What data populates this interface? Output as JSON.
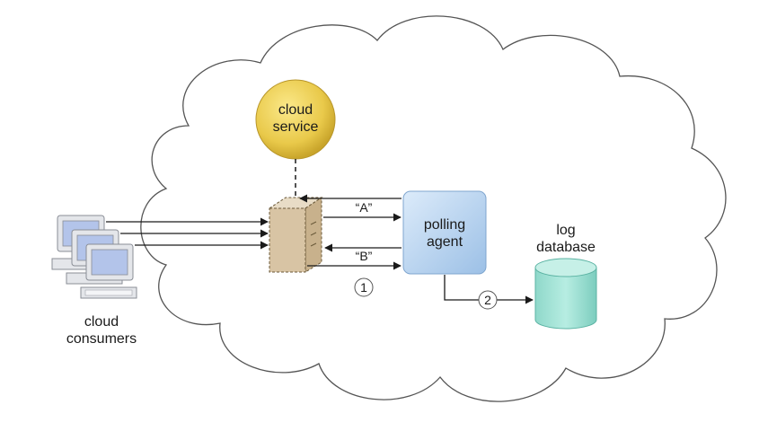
{
  "nodes": {
    "cloud_service": {
      "line1": "cloud",
      "line2": "service"
    },
    "polling_agent": {
      "line1": "polling",
      "line2": "agent"
    },
    "log_database": {
      "line1": "log",
      "line2": "database"
    },
    "cloud_consumers": {
      "line1": "cloud",
      "line2": "consumers"
    }
  },
  "messages": {
    "a": "“A”",
    "b": "“B”"
  },
  "steps": {
    "one": "1",
    "two": "2"
  },
  "colors": {
    "cloud_service": "#e9c94a",
    "polling_agent": "#b9d4ee",
    "log_database": "#9ee0d4",
    "physical_server": "#d8c4a4",
    "monitor_screen": "#b3c4ea"
  }
}
